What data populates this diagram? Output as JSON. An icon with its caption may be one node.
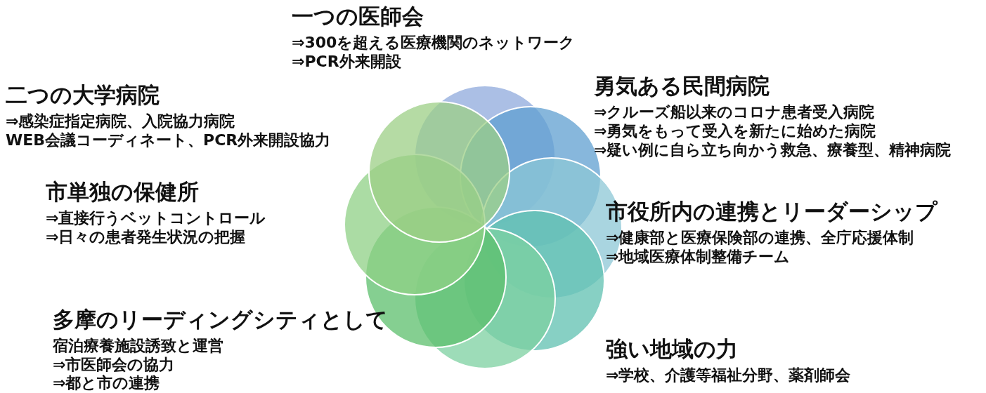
{
  "diagram": {
    "labels": [
      "一つの医師会",
      "⇒300を超える医療機関のネットワーク",
      "⇒PCR外来開設",
      "二つの大学病院",
      "⇒感染症指定病院、入院協力病院",
      "WEB会議コーディネート、PCR外来開設協力",
      "勇気ある民間病院",
      "⇒クルーズ船以来のコロナ患者受入病院",
      "⇒勇気をもって受入を新たに始めた病院",
      "⇒疑い例に自ら立ち向かう救急、療養型、精神病院",
      "市単独の保健所",
      "⇒直接行うベットコントロール",
      "⇒日々の患者発生状況の把握",
      "市役所内の連携とリーダーシップ",
      "⇒健康部と医療保険部の連携、全庁応援体制",
      "⇒地域医療体制整備チーム",
      "多摩のリーディングシティとして",
      "宿泊療養施設誘致と運営",
      "⇒市医師会の協力",
      "⇒都と市の連携",
      "強い地域の力",
      "⇒学校、介護等福祉分野、薬剤師会"
    ]
  }
}
